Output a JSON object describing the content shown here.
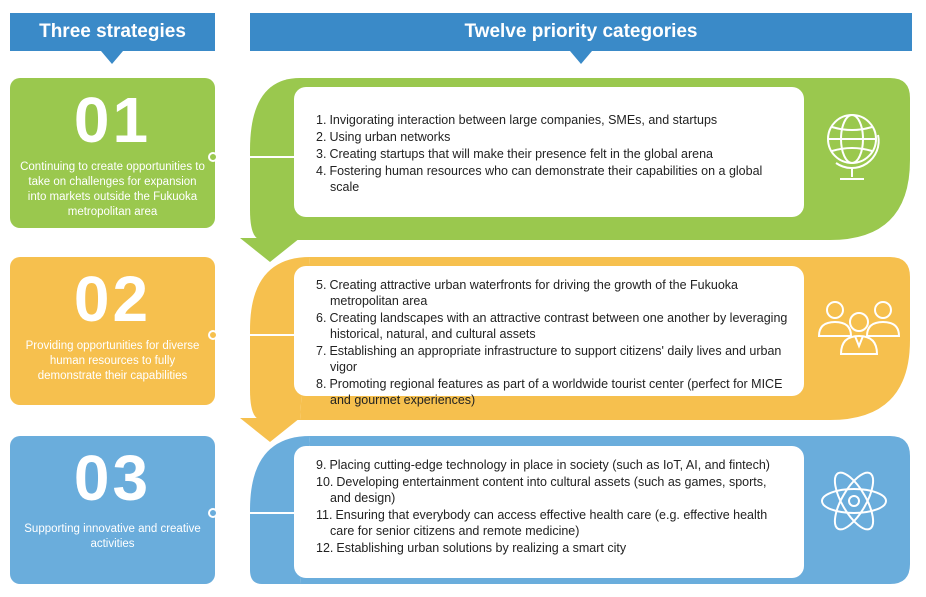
{
  "headers": {
    "left": "Three strategies",
    "right": "Twelve priority categories"
  },
  "colors": {
    "header": "#3a8ac8",
    "green": "#9ac84e",
    "orange": "#f6c04e",
    "blue": "#6aaddc"
  },
  "strategies": [
    {
      "number": "01",
      "description": "Continuing to create opportunities to take on challenges for expansion into markets outside the Fukuoka metropolitan area",
      "icon": "globe-icon",
      "categories": [
        {
          "n": "1.",
          "text": "Invigorating interaction between large companies, SMEs, and startups"
        },
        {
          "n": "2.",
          "text": "Using urban networks"
        },
        {
          "n": "3.",
          "text": "Creating startups that will make their presence felt in the global arena"
        },
        {
          "n": "4.",
          "text": "Fostering human resources who can demonstrate their capabilities on a global scale"
        }
      ]
    },
    {
      "number": "02",
      "description": "Providing opportunities for diverse human resources to fully demonstrate their capabilities",
      "icon": "people-group-icon",
      "categories": [
        {
          "n": "5.",
          "text": "Creating attractive urban waterfronts for driving the growth of the Fukuoka metropolitan area"
        },
        {
          "n": "6.",
          "text": "Creating landscapes with an attractive contrast between one another by leveraging historical, natural, and cultural assets"
        },
        {
          "n": "7.",
          "text": "Establishing an appropriate infrastructure to support citizens' daily lives and urban vigor"
        },
        {
          "n": "8.",
          "text": "Promoting regional features as part of a worldwide tourist center (perfect for MICE and gourmet experiences)"
        }
      ]
    },
    {
      "number": "03",
      "description": "Supporting innovative and creative activities",
      "icon": "atom-icon",
      "categories": [
        {
          "n": "9.",
          "text": "Placing cutting-edge technology in place in society (such as IoT, AI, and fintech)"
        },
        {
          "n": "10.",
          "text": "Developing entertainment content into cultural assets (such as games, sports, and design)"
        },
        {
          "n": "11.",
          "text": "Ensuring that everybody can access effective health care (e.g. effective health care for senior citizens and remote medicine)"
        },
        {
          "n": "12.",
          "text": "Establishing urban solutions by realizing a smart city"
        }
      ]
    }
  ]
}
